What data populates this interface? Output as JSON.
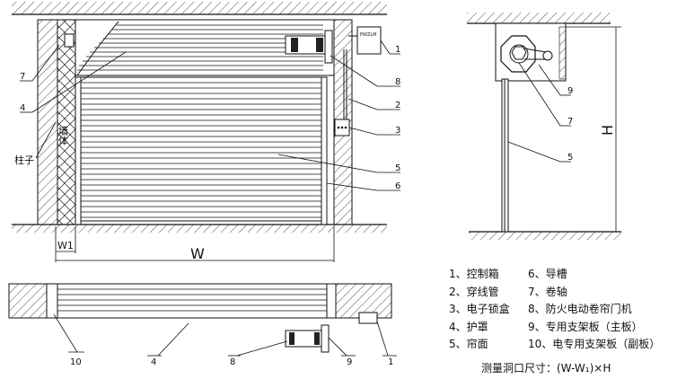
{
  "front_view": {
    "dim_w": "W",
    "dim_w1": "W1",
    "wall_text": "墙体",
    "pillar_label": "柱子",
    "control_box_text": "PWZLM",
    "callouts": [
      "1",
      "2",
      "3",
      "4",
      "5",
      "6",
      "7",
      "8"
    ]
  },
  "side_view": {
    "dim_h": "H",
    "callouts": [
      "5",
      "7",
      "9"
    ]
  },
  "top_view": {
    "callouts": [
      "10",
      "4",
      "8",
      "9",
      "1"
    ]
  },
  "legend": [
    [
      "1、控制箱",
      "6、导槽"
    ],
    [
      "2、穿线管",
      "7、卷轴"
    ],
    [
      "3、电子锁盒",
      "8、防火电动卷帘门机"
    ],
    [
      "4、护罩",
      "9、专用支架板（主板）"
    ],
    [
      "5、帘面",
      "10、电专用支架板（副板）"
    ]
  ],
  "formula": "测量洞口尺寸：(W-W₁)×H"
}
